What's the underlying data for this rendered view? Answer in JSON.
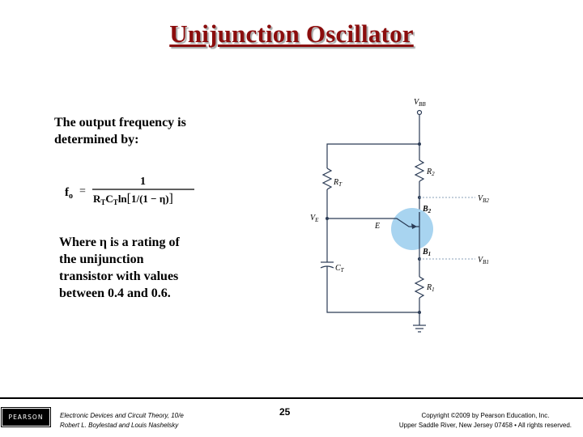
{
  "slide": {
    "title": "Unijunction Oscillator",
    "intro_line1": "The output frequency is",
    "intro_line2": "determined by:",
    "where_lines": [
      "Where η  is a rating of",
      "the unijunction",
      "transistor with values",
      "between 0.4  and 0.6."
    ]
  },
  "formula": {
    "lhs": "f",
    "lhs_sub": "o",
    "equals": "=",
    "numerator": "1",
    "den_r": "R",
    "den_r_sub": "T",
    "den_c": "C",
    "den_c_sub": "T",
    "den_ln": "ln",
    "den_inner": "1/(1 − η)"
  },
  "circuit": {
    "vbb_label": "V",
    "vbb_sub": "BB",
    "r2_label": "R",
    "r2_sub": "2",
    "r1_label": "R",
    "r1_sub": "1",
    "rt_label": "R",
    "rt_sub": "T",
    "ct_label": "C",
    "ct_sub": "T",
    "ve_label": "V",
    "ve_sub": "E",
    "e_label": "E",
    "b2_label": "B",
    "b2_sub": "2",
    "b1_label": "B",
    "b1_sub": "1",
    "vb2_label": "V",
    "vb2_sub": "B2",
    "vb1_label": "V",
    "vb1_sub": "B1"
  },
  "footer": {
    "logo_text": "PEARSON",
    "book_line1": "Electronic Devices and Circuit Theory, 10/e",
    "book_line2": "Robert L. Boylestad and Louis Nashelsky",
    "page_number": "25",
    "copyright_line1": "Copyright ©2009 by Pearson Education, Inc.",
    "copyright_line2": "Upper Saddle River, New Jersey 07458 • All rights reserved."
  }
}
